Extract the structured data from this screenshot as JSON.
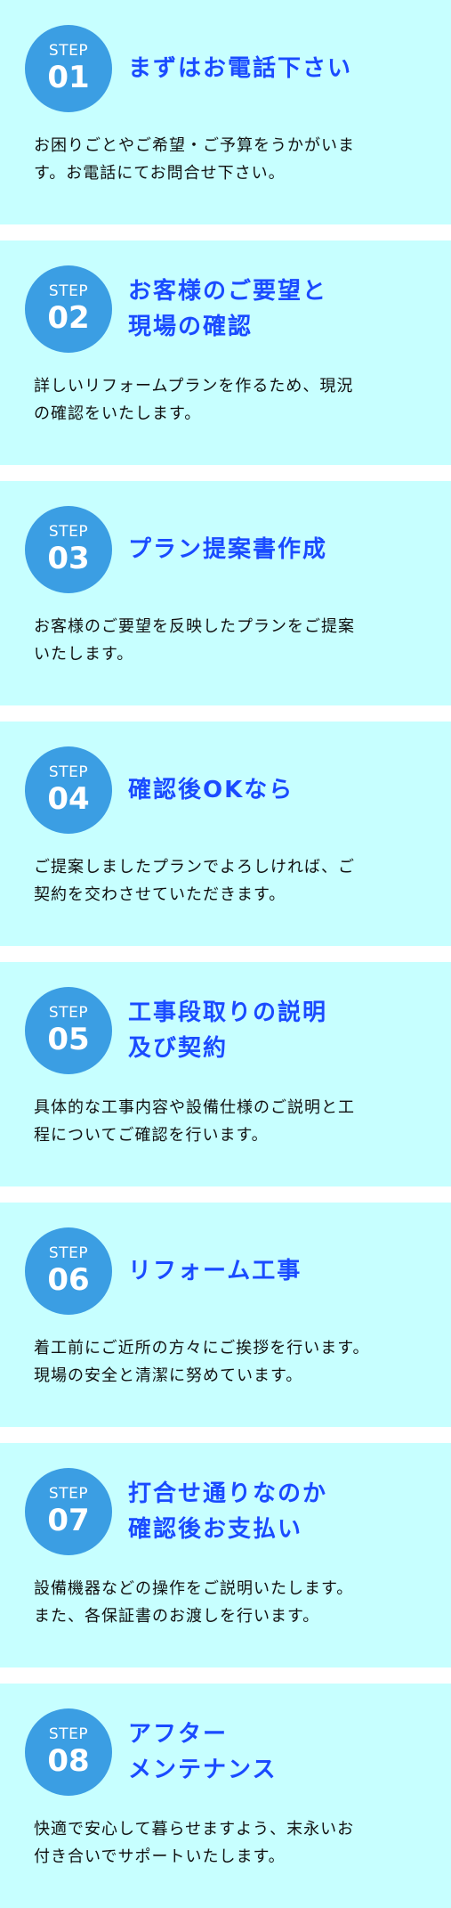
{
  "steps": [
    {
      "label": "STEP",
      "number": "01",
      "title": [
        "まずはお電話下さい"
      ],
      "desc": [
        "お困りごとやご希望・ご予算をうかがいま",
        "す。お電話にてお問合せ下さい。"
      ]
    },
    {
      "label": "STEP",
      "number": "02",
      "title": [
        "お客様のご要望と",
        "現場の確認"
      ],
      "desc": [
        "詳しいリフォームプランを作るため、現況",
        "の確認をいたします。"
      ]
    },
    {
      "label": "STEP",
      "number": "03",
      "title": [
        "プラン提案書作成"
      ],
      "desc": [
        "お客様のご要望を反映したプランをご提案",
        "いたします。"
      ]
    },
    {
      "label": "STEP",
      "number": "04",
      "title": [
        "確認後OKなら"
      ],
      "desc": [
        "ご提案しましたプランでよろしければ、ご",
        "契約を交わさせていただきます。"
      ]
    },
    {
      "label": "STEP",
      "number": "05",
      "title": [
        "工事段取りの説明",
        "及び契約"
      ],
      "desc": [
        "具体的な工事内容や設備仕様のご説明と工",
        "程についてご確認を行います。"
      ]
    },
    {
      "label": "STEP",
      "number": "06",
      "title": [
        "リフォーム工事"
      ],
      "desc": [
        "着工前にご近所の方々にご挨拶を行います。",
        "現場の安全と清潔に努めています。"
      ]
    },
    {
      "label": "STEP",
      "number": "07",
      "title": [
        "打合せ通りなのか",
        "確認後お支払い"
      ],
      "desc": [
        "設備機器などの操作をご説明いたします。",
        "また、各保証書のお渡しを行います。"
      ]
    },
    {
      "label": "STEP",
      "number": "08",
      "title": [
        "アフター",
        "メンテナンス"
      ],
      "desc": [
        "快適で安心して暮らせますよう、末永いお",
        "付き合いでサポートいたします。"
      ]
    }
  ],
  "colors": {
    "card_background": "#c7ffff",
    "badge": "#3b9ee3",
    "title": "#1a4bff",
    "text": "#111111"
  }
}
